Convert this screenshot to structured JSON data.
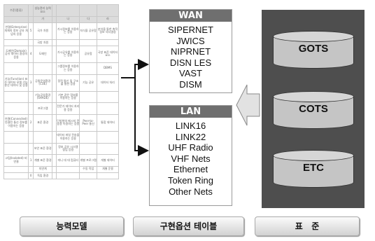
{
  "wan": {
    "title": "WAN",
    "items": [
      "SIPERNET",
      "JWICS",
      "NIPRNET",
      "DISN LES",
      "VAST",
      "DISM"
    ]
  },
  "lan": {
    "title": "LAN",
    "items": [
      "LINK16",
      "LINK22",
      "UHF Radio",
      "VHF Nets",
      "Ethernet",
      "Token Ring",
      "Other Nets"
    ]
  },
  "standards": {
    "items": [
      "GOTS",
      "COTS",
      "ETC"
    ]
  },
  "buttons": {
    "capability_model": "능력모델",
    "implementation_table": "구현옵션 테이블",
    "standard": "표   준"
  },
  "capability_table": {
    "rows": [
      [
        "수준(종류)",
        "",
        "성능관리 능력 요소",
        "",
        "",
        "",
        ""
      ],
      [
        "",
        "",
        "가",
        "",
        "나",
        "다",
        "라"
      ],
      [
        "연결(Enterprise) 개체의 정보 공유 개념의 응용",
        "5",
        "국가 차원",
        "",
        "가시정보를 이용하는 응용",
        "지식을 공유함",
        "분석을 통한 축적 정보 의사결정"
      ],
      [
        "",
        "",
        "국방 차원",
        "",
        "",
        "",
        ""
      ],
      [
        "도메인(Domain) 공유 데이터 환경의 응용",
        "4",
        "도메인",
        "",
        "가시공유를 이용하는 응용",
        "공유함",
        "국방 표준 데이터 요소"
      ],
      [
        "",
        "",
        "",
        "",
        "그룹정보를 이용하는 응용",
        "",
        "DBMS"
      ],
      [
        "기능(Function) 표준 데이터 모델 기능 분산 데이터 및 응용",
        "3",
        "공통운영환경 (COE)",
        "",
        "정적 통신 및 구조를 통한 응용",
        "기능 공유",
        "데이터 처리"
      ],
      [
        "",
        "",
        "기능공유환경 (SHADE)",
        "",
        "기본 같은 정보를 이용하는 응용",
        "",
        ""
      ],
      [
        "",
        "",
        "프로그램",
        "",
        "전문가 데이터 처리용 응용",
        "",
        ""
      ],
      [
        "연결(Connected) 연결된 통신 정보를 이용하는 응용",
        "2",
        "표준 환경",
        "",
        "단방향의 메시지 전송용 이용하는 응용",
        "Peer-to-Peer 통신",
        "통합 데이터"
      ],
      [
        "",
        "",
        "",
        "",
        "데이터 파일 전송을 이용하는 응용",
        "",
        ""
      ],
      [
        "",
        "",
        "보안 표준 환경",
        "",
        "정보 공유 시스템 협업 응용",
        "",
        ""
      ],
      [
        "고립(Isolated) 비연결",
        "1",
        "개별 표준 환경",
        "",
        "미니 대 대 컴퓨터",
        "개별 프로그램",
        "개별 데이터"
      ],
      [
        "",
        "",
        "미연계",
        "",
        "",
        "수동 작업",
        "개별 운용"
      ],
      [
        "",
        "0",
        "독립 환경",
        "",
        "",
        "",
        ""
      ]
    ]
  }
}
